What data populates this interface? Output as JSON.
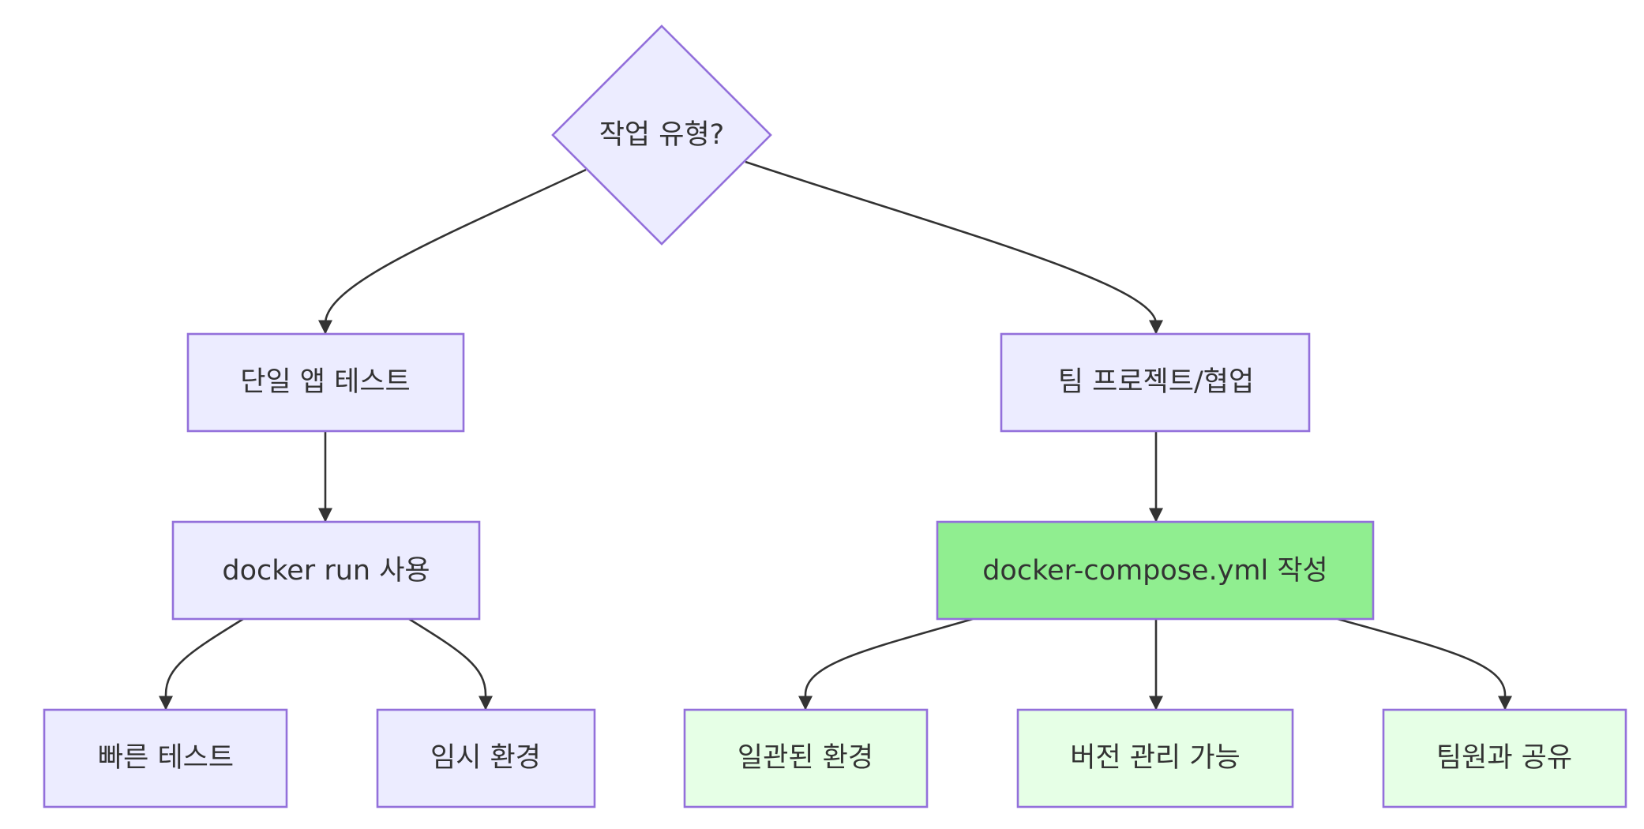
{
  "diagram": {
    "type": "flowchart",
    "nodes": {
      "decision": {
        "label": "작업 유형?"
      },
      "single_app": {
        "label": "단일 앱 테스트"
      },
      "team_project": {
        "label": "팀 프로젝트/협업"
      },
      "docker_run": {
        "label": "docker run 사용"
      },
      "compose": {
        "label": "docker-compose.yml 작성"
      },
      "fast_test": {
        "label": "빠른 테스트"
      },
      "temp_env": {
        "label": "임시 환경"
      },
      "consistent_env": {
        "label": "일관된 환경"
      },
      "version_control": {
        "label": "버전 관리 가능"
      },
      "share_team": {
        "label": "팀원과 공유"
      }
    },
    "colors": {
      "node_fill": "#ececff",
      "node_stroke": "#9370db",
      "highlight_fill": "#90ee90",
      "benefit_fill": "#e6ffe6",
      "edge": "#333333",
      "text": "#333333"
    }
  }
}
